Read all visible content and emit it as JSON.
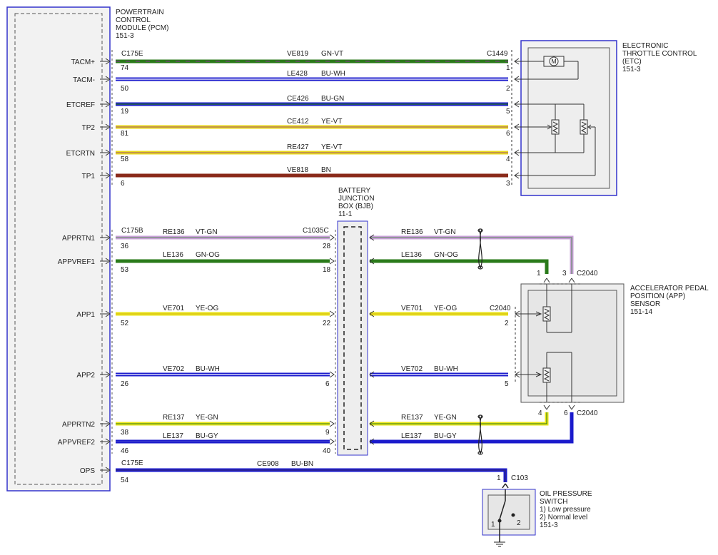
{
  "colors": {
    "module_border": "#3333cc",
    "module_fill": "#f2f2f2",
    "GN-VT": [
      "#2a7a1a",
      "#8a2a9a"
    ],
    "BU-WH": [
      "#1a1acc",
      "#ffffff"
    ],
    "BU-GN": [
      "#1a1acc",
      "#2a7a1a"
    ],
    "YE-VT": [
      "#e8d81a",
      "#8a2a9a"
    ],
    "BN": [
      "#8a2a1a",
      "#8a2a1a"
    ],
    "VT-GN": [
      "#c8a0d8",
      "#5a8a5a"
    ],
    "GN-OG": [
      "#2a7a1a",
      "#2a7a1a"
    ],
    "YE-OG": [
      "#e8e41a",
      "#d8b81a"
    ],
    "YE-GN": [
      "#e8e41a",
      "#2a7a1a"
    ],
    "BU-GY": [
      "#1a1acc",
      "#4a4acc"
    ],
    "BU-BN": [
      "#1a1acc",
      "#3a2a6a"
    ]
  },
  "pcm": {
    "name_lines": [
      "POWERTRAIN",
      "CONTROL",
      "MODULE (PCM)",
      "151-3"
    ],
    "connector_top": "C175E",
    "connector_mid": "C175B",
    "connector_bottom": "C175E"
  },
  "etc": {
    "name_lines": [
      "ELECTRONIC",
      "THROTTLE CONTROL",
      "(ETC)",
      "151-3"
    ],
    "connector": "C1449",
    "motor_symbol": "M"
  },
  "bjb": {
    "name_lines": [
      "BATTERY",
      "JUNCTION",
      "BOX (BJB)",
      "11-1"
    ],
    "connector": "C1035C"
  },
  "app": {
    "name_lines": [
      "ACCELERATOR PEDAL",
      "POSITION (APP)",
      "SENSOR",
      "151-14"
    ],
    "connector_top": "C2040",
    "connector_mid": "C2040",
    "connector_bottom": "C2040"
  },
  "ops": {
    "name_lines": [
      "OIL PRESSURE",
      "SWITCH",
      "1) Low pressure",
      "2) Normal level",
      "151-3"
    ],
    "connector": "C103",
    "pin1": "1",
    "pin2": "2",
    "pin_wire": "1"
  },
  "pcm_pins": [
    {
      "label": "TACM+",
      "pin": "74"
    },
    {
      "label": "TACM-",
      "pin": "50"
    },
    {
      "label": "ETCREF",
      "pin": "19"
    },
    {
      "label": "TP2",
      "pin": "81"
    },
    {
      "label": "ETCRTN",
      "pin": "58"
    },
    {
      "label": "TP1",
      "pin": "6"
    },
    {
      "label": "APPRTN1",
      "pin": "36"
    },
    {
      "label": "APPVREF1",
      "pin": "53"
    },
    {
      "label": "APP1",
      "pin": "52"
    },
    {
      "label": "APP2",
      "pin": "26"
    },
    {
      "label": "APPRTN2",
      "pin": "38"
    },
    {
      "label": "APPVREF2",
      "pin": "46"
    },
    {
      "label": "OPS",
      "pin": "54"
    }
  ],
  "etc_circuits": [
    {
      "circuit": "VE819",
      "color": "GN-VT",
      "pin": "1"
    },
    {
      "circuit": "LE428",
      "color": "BU-WH",
      "pin": "2"
    },
    {
      "circuit": "CE426",
      "color": "BU-GN",
      "pin": "5"
    },
    {
      "circuit": "CE412",
      "color": "YE-VT",
      "pin": "6"
    },
    {
      "circuit": "RE427",
      "color": "YE-VT",
      "pin": "4"
    },
    {
      "circuit": "VE818",
      "color": "BN",
      "pin": "3"
    }
  ],
  "app_circuits": [
    {
      "circuit": "RE136",
      "color": "VT-GN",
      "bjb_pin": "28",
      "app_pin": "3"
    },
    {
      "circuit": "LE136",
      "color": "GN-OG",
      "bjb_pin": "18",
      "app_pin": "1"
    },
    {
      "circuit": "VE701",
      "color": "YE-OG",
      "bjb_pin": "22",
      "app_pin": "2"
    },
    {
      "circuit": "VE702",
      "color": "BU-WH",
      "bjb_pin": "6",
      "app_pin": "5"
    },
    {
      "circuit": "RE137",
      "color": "YE-GN",
      "bjb_pin": "9",
      "app_pin": "4"
    },
    {
      "circuit": "LE137",
      "color": "BU-GY",
      "bjb_pin": "40",
      "app_pin": "6"
    }
  ],
  "ops_circuit": {
    "circuit": "CE908",
    "color": "BU-BN"
  }
}
